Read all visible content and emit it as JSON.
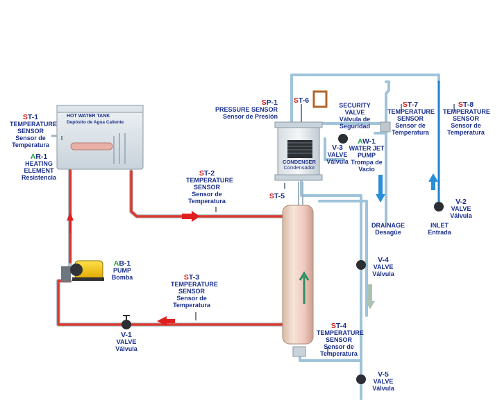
{
  "tank": {
    "title": "HOT WATER TANK",
    "subtitle": "Depósito de Agua Caliente"
  },
  "condenser": {
    "title": "CONDENSER",
    "subtitle": "Condensador"
  },
  "labels": {
    "st1": {
      "prefix": "S",
      "rest": "T-1",
      "l1": "TEMPERATURE",
      "l2": "SENSOR",
      "l3": "Sensor de",
      "l4": "Temperatura"
    },
    "ar1": {
      "prefix": "A",
      "rest": "R-1",
      "l1": "HEATING",
      "l2": "ELEMENT",
      "l3": "Resistencia"
    },
    "ab1": {
      "prefix": "A",
      "rest": "B-1",
      "l1": "PUMP",
      "l2": "Bomba"
    },
    "st2": {
      "prefix": "S",
      "rest": "T-2",
      "l1": "TEMPERATURE",
      "l2": "SENSOR",
      "l3": "Sensor de",
      "l4": "Temperatura"
    },
    "st3": {
      "prefix": "S",
      "rest": "T-3",
      "l1": "TEMPERATURE",
      "l2": "SENSOR",
      "l3": "Sensor de",
      "l4": "Temperatura"
    },
    "v1": {
      "code": "V-1",
      "l1": "VALVE",
      "l2": "Válvula"
    },
    "sp1": {
      "prefix": "S",
      "rest": "P-1",
      "l1": "PRESSURE SENSOR",
      "l2": "Sensor de Presión"
    },
    "st6": {
      "prefix": "S",
      "rest": "T-6"
    },
    "st5": {
      "prefix": "S",
      "rest": "T-5"
    },
    "security": {
      "l1": "SECURITY",
      "l2": "VALVE",
      "l3": "Válvula de",
      "l4": "Seguridad"
    },
    "v3": {
      "code": "V-3",
      "l1": "VALVE",
      "l2": "Válvula"
    },
    "aw1": {
      "prefix": "A",
      "rest": "W-1",
      "l1": "WATER JET",
      "l2": "PUMP",
      "l3": "Trompa de",
      "l4": "Vacío"
    },
    "st7": {
      "prefix": "S",
      "rest": "T-7",
      "l1": "TEMPERATURE",
      "l2": "SENSOR",
      "l3": "Sensor de",
      "l4": "Temperatura"
    },
    "st8": {
      "prefix": "S",
      "rest": "T-8",
      "l1": "TEMPERATURE",
      "l2": "SENSOR",
      "l3": "Sensor de",
      "l4": "Temperatura"
    },
    "v2": {
      "code": "V-2",
      "l1": "VALVE",
      "l2": "Válvula"
    },
    "inlet": {
      "l1": "INLET",
      "l2": "Entrada"
    },
    "drainage": {
      "l1": "DRAINAGE",
      "l2": "Desagüe"
    },
    "v4": {
      "code": "V-4",
      "l1": "VALVE",
      "l2": "Válvula"
    },
    "st4": {
      "prefix": "S",
      "rest": "T-4",
      "l1": "TEMPERATURE",
      "l2": "SENSOR",
      "l3": "Sensor de",
      "l4": "Temperatura"
    },
    "v5": {
      "code": "V-5",
      "l1": "VALVE",
      "l2": "Válvula"
    }
  },
  "colors": {
    "hot_pipe": "#d9392f",
    "cold_pipe": "#9fc4da",
    "blue_pipe": "#1f7fd0",
    "label_blue": "#1a2f8c",
    "code_red": "#d21a1a",
    "code_green": "#27a04a",
    "arrow_red": "#e02020",
    "arrow_blue": "#2a8fd8",
    "arrow_green": "#2e8f60",
    "arrow_grey": "#a9c2b2"
  }
}
